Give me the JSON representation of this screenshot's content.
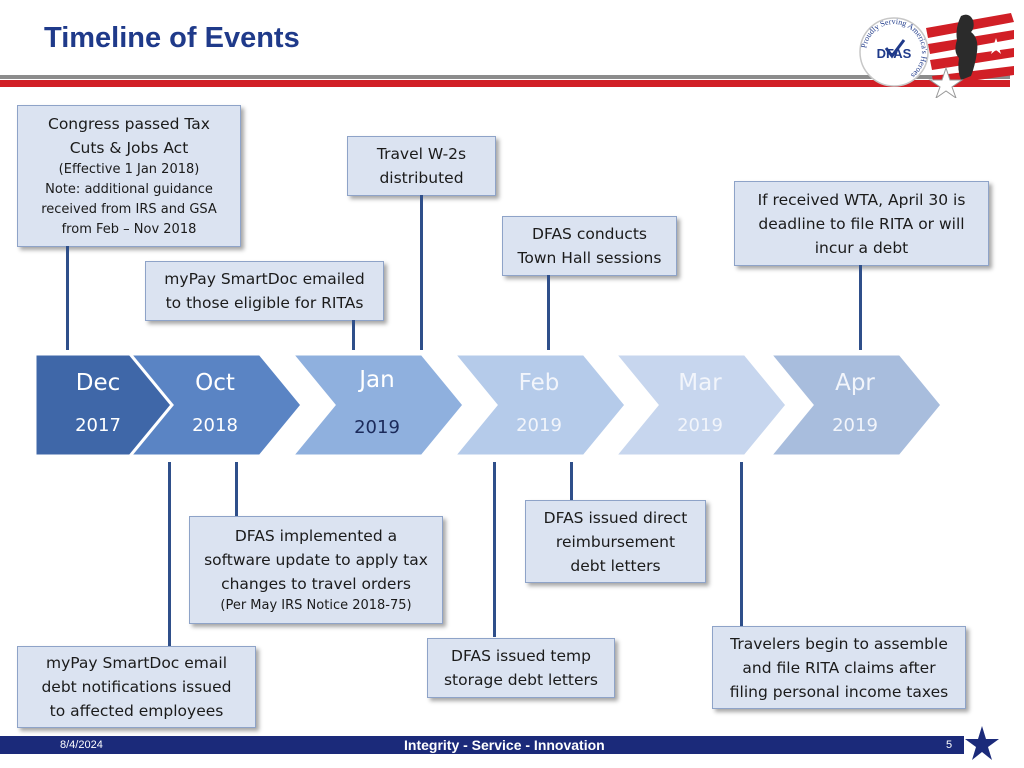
{
  "title": "Timeline of Events",
  "logo": {
    "ring_text": "Proudly Serving America's Heroes",
    "agency": "DFAS"
  },
  "timeline": [
    {
      "month": "Dec",
      "year": "2017",
      "color": "#3f67a8"
    },
    {
      "month": "Oct",
      "year": "2018",
      "color": "#5a84c4"
    },
    {
      "month": "Jan",
      "year": "2019",
      "color": "#8fb0de"
    },
    {
      "month": "Feb",
      "year": "2019",
      "color": "#b5cbea"
    },
    {
      "month": "Mar",
      "year": "2019",
      "color": "#c7d6ee"
    },
    {
      "month": "Apr",
      "year": "2019",
      "color": "#a8bddd"
    }
  ],
  "events_top": [
    {
      "lines": [
        "Congress passed Tax",
        "Cuts & Jobs Act"
      ],
      "small": [
        "(Effective 1 Jan 2018)",
        "Note:  additional guidance",
        "received from IRS and GSA",
        "from Feb – Nov 2018"
      ]
    },
    {
      "lines": [
        "myPay SmartDoc emailed",
        "to those eligible for RITAs"
      ]
    },
    {
      "lines": [
        "Travel W-2s",
        "distributed"
      ]
    },
    {
      "lines": [
        "DFAS conducts",
        "Town Hall sessions"
      ]
    },
    {
      "lines": [
        "If received WTA, April 30 is",
        "deadline to file RITA or will",
        "incur a debt"
      ]
    }
  ],
  "events_bottom": [
    {
      "lines": [
        "myPay SmartDoc email",
        "debt notifications issued",
        "to affected employees"
      ]
    },
    {
      "lines": [
        "DFAS implemented a",
        "software update to apply tax",
        "changes to travel orders"
      ],
      "small": [
        "(Per May IRS Notice 2018-75)"
      ]
    },
    {
      "lines": [
        "DFAS issued temp",
        "storage debt letters"
      ]
    },
    {
      "lines": [
        "DFAS issued direct",
        "reimbursement",
        "debt letters"
      ]
    },
    {
      "lines": [
        "Travelers begin to assemble",
        "and file RITA claims after",
        "filing personal income taxes"
      ]
    }
  ],
  "footer": {
    "date": "8/4/2024",
    "tagline": "Integrity - Service - Innovation",
    "page": "5"
  }
}
